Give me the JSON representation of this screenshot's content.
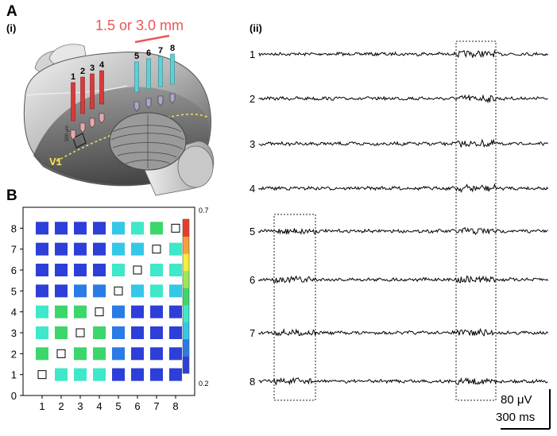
{
  "panel_A": {
    "label": "A",
    "sub_i": "(i)",
    "sub_ii": "(ii)",
    "spacing_label": "1.5 or 3.0 mm",
    "depth_label": "500 μm",
    "region_label": "V1",
    "colors": {
      "red_probe": "#d93a3a",
      "cyan_probe": "#5fd0d6",
      "highlight": "#ee5555",
      "region": "#f2e35a"
    },
    "probes": [
      {
        "label": "1",
        "group": "red"
      },
      {
        "label": "2",
        "group": "red"
      },
      {
        "label": "3",
        "group": "red"
      },
      {
        "label": "4",
        "group": "red"
      },
      {
        "label": "5",
        "group": "cyan"
      },
      {
        "label": "6",
        "group": "cyan"
      },
      {
        "label": "7",
        "group": "cyan"
      },
      {
        "label": "8",
        "group": "cyan"
      }
    ]
  },
  "panel_B": {
    "label": "B",
    "x_ticks": [
      "1",
      "2",
      "3",
      "4",
      "5",
      "6",
      "7",
      "8"
    ],
    "y_ticks": [
      "0",
      "1",
      "2",
      "3",
      "4",
      "5",
      "6",
      "7",
      "8"
    ],
    "colorbar": {
      "max_label": "0.7",
      "min_label": "0.2",
      "min": 0.2,
      "max": 0.7,
      "colors": [
        "#2d3fd8",
        "#2a7be6",
        "#33c8e8",
        "#3ee8c8",
        "#3cd66a",
        "#9be85a",
        "#f5ef3a",
        "#f4a23a",
        "#ec3a2a"
      ]
    }
  },
  "traces": {
    "channels": [
      "1",
      "2",
      "3",
      "4",
      "5",
      "6",
      "7",
      "8"
    ],
    "scale_voltage": "80 μV",
    "scale_time": "300 ms"
  },
  "chart_data": {
    "type": "heatmap",
    "x": [
      "1",
      "2",
      "3",
      "4",
      "5",
      "6",
      "7",
      "8"
    ],
    "y": [
      "1",
      "2",
      "3",
      "4",
      "5",
      "6",
      "7",
      "8"
    ],
    "xlim": [
      0,
      9
    ],
    "ylim": [
      0,
      9
    ],
    "vmin": 0.2,
    "vmax": 0.7,
    "diagonal": "empty",
    "values": [
      [
        null,
        0.42,
        0.42,
        0.4,
        0.23,
        0.23,
        0.23,
        0.23
      ],
      [
        0.45,
        null,
        0.44,
        0.47,
        0.28,
        0.24,
        0.23,
        0.23
      ],
      [
        0.42,
        0.44,
        null,
        0.47,
        0.3,
        0.23,
        0.23,
        0.23
      ],
      [
        0.4,
        0.47,
        0.47,
        null,
        0.3,
        0.23,
        0.23,
        0.23
      ],
      [
        0.23,
        0.23,
        0.27,
        0.29,
        null,
        0.36,
        0.38,
        0.36
      ],
      [
        0.23,
        0.23,
        0.23,
        0.23,
        0.42,
        null,
        0.38,
        0.38
      ],
      [
        0.23,
        0.23,
        0.23,
        0.23,
        0.36,
        0.36,
        null,
        0.42
      ],
      [
        0.23,
        0.23,
        0.23,
        0.23,
        0.36,
        0.38,
        0.43,
        null
      ]
    ]
  }
}
